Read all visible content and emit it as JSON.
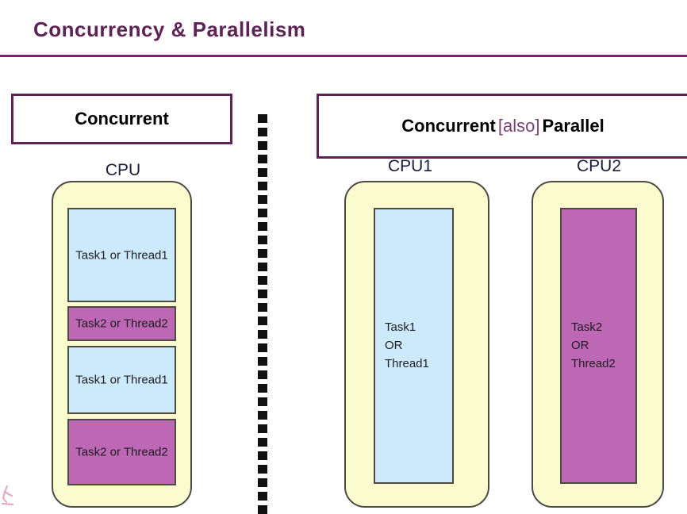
{
  "slide": {
    "title": "Concurrency  &  Parallelism",
    "rule_color": "#93108F",
    "title_color": "#5E2255",
    "background": "#ffffff"
  },
  "panels": {
    "left": {
      "header": "Concurrent",
      "cpu_label": "CPU",
      "tasks": [
        {
          "text": "Task1 or Thread1",
          "color": "#CCEAFB",
          "kind": "blue"
        },
        {
          "text": "Task2 or Thread2",
          "color": "#BD68B4",
          "kind": "purple"
        },
        {
          "text": "Task1 or Thread1",
          "color": "#CCEAFB",
          "kind": "blue"
        },
        {
          "text": "Task2 or Thread2",
          "color": "#BD68B4",
          "kind": "purple"
        }
      ]
    },
    "right": {
      "header_part1": "Concurrent",
      "header_also": "[also]",
      "header_part2": "Parallel",
      "also_color": "#7B3F72",
      "cpus": [
        {
          "label": "CPU1",
          "task": "Task1\nOR\nThread1",
          "color": "#CCEAFB",
          "kind": "blue"
        },
        {
          "label": "CPU2",
          "task": "Task2\nOR\nThread2",
          "color": "#BD68B4",
          "kind": "purple"
        }
      ]
    }
  },
  "divider": {
    "style": "dotted-vertical",
    "dot_color": "#111111",
    "dot_count": 30
  },
  "watermark": {
    "name": "runner-logo",
    "color": "#D06699"
  }
}
